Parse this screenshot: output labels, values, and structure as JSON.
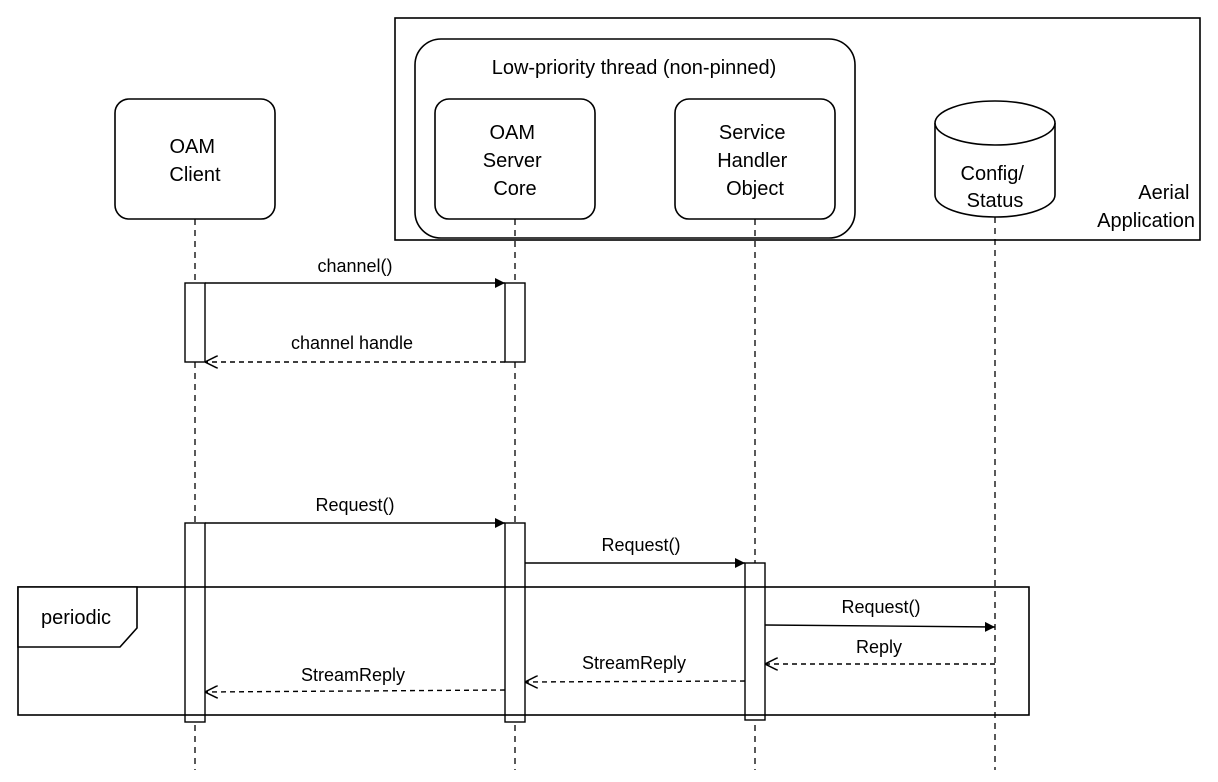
{
  "containers": {
    "application_label": [
      "Aerial",
      "Application"
    ],
    "thread_label": "Low-priority thread (non-pinned)"
  },
  "participants": {
    "oam_client": [
      "OAM",
      "Client"
    ],
    "oam_server_core": [
      "OAM",
      "Server",
      "Core"
    ],
    "service_handler": [
      "Service",
      "Handler",
      "Object"
    ],
    "config_status": [
      "Config/",
      "Status"
    ]
  },
  "messages": {
    "channel_call": "channel()",
    "channel_handle": "channel handle",
    "request_client_to_core": "Request()",
    "request_core_to_handler": "Request()",
    "request_handler_to_store": "Request()",
    "reply_store_to_handler": "Reply",
    "streamreply_handler_to_core": "StreamReply",
    "streamreply_core_to_client": "StreamReply"
  },
  "fragment": {
    "label": "periodic"
  },
  "colors": {
    "stroke": "#000000",
    "fill": "#ffffff",
    "label_background": "#ffffff"
  }
}
